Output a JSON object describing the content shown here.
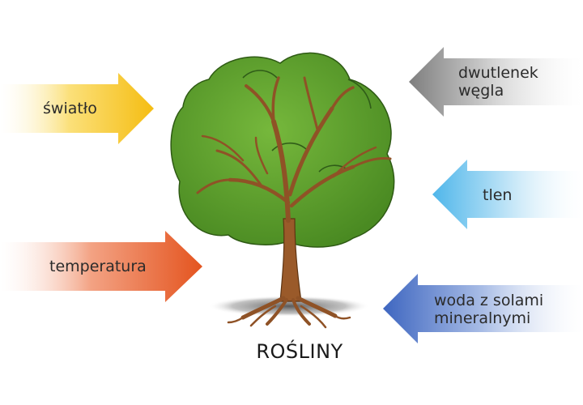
{
  "title": "ROŚLINY",
  "left_arrows": [
    {
      "label": "światło",
      "color": "#f6c21c"
    },
    {
      "label": "temperatura",
      "color": "#e8642a"
    }
  ],
  "right_arrows": [
    {
      "label_line1": "dwutlenek",
      "label_line2": "węgla",
      "color": "#8f8f8f"
    },
    {
      "label": "tlen",
      "color": "#5bbcec"
    },
    {
      "label_line1": "woda z solami",
      "label_line2": "mineralnymi",
      "color": "#4a72c4"
    }
  ],
  "tree": {
    "crown_color": "#5e9e2e",
    "trunk_color": "#9a5a2a",
    "soil_color": "#6e6e6e"
  }
}
